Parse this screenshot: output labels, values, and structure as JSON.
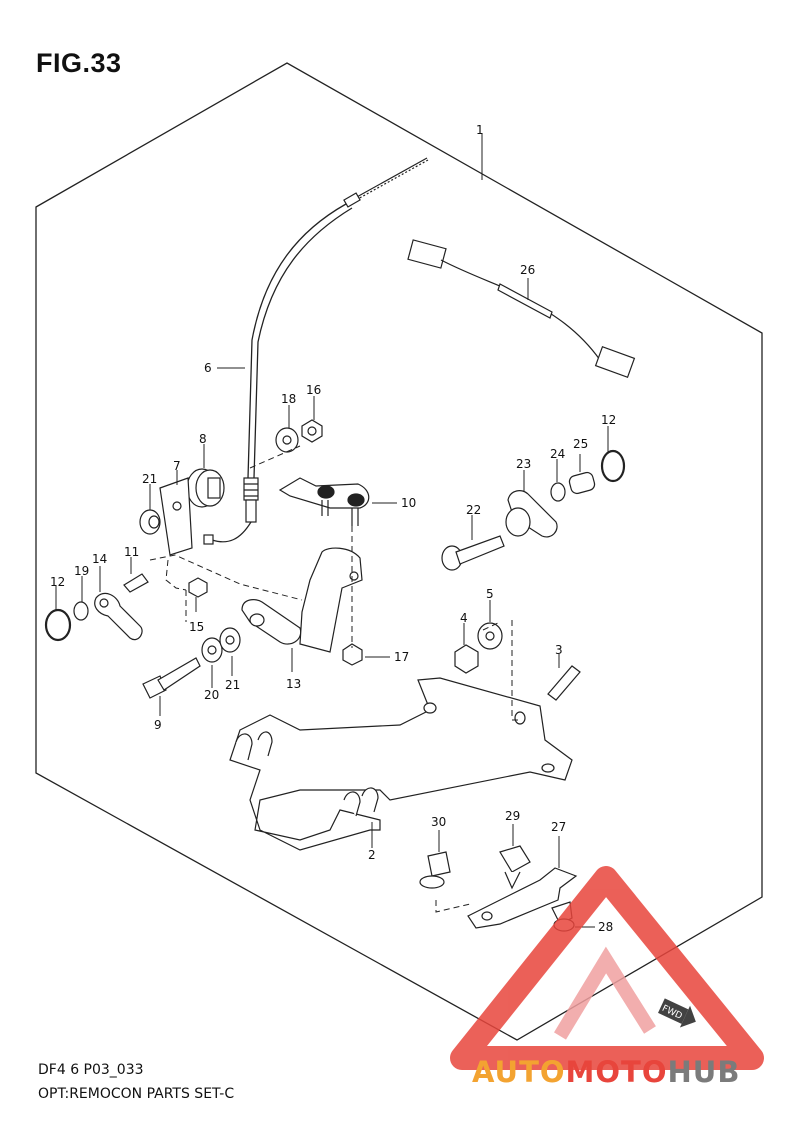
{
  "figure": {
    "title": "FIG.33"
  },
  "footer": {
    "code": "DF4 6 P03_033",
    "caption": "OPT:REMOCON PARTS SET-C"
  },
  "callouts": [
    "1",
    "2",
    "3",
    "4",
    "5",
    "6",
    "7",
    "8",
    "9",
    "10",
    "11",
    "12",
    "12",
    "13",
    "14",
    "15",
    "16",
    "17",
    "18",
    "19",
    "20",
    "21",
    "21",
    "22",
    "23",
    "24",
    "25",
    "26",
    "27",
    "28",
    "29",
    "30"
  ],
  "watermark": {
    "part1": "AUTO",
    "part2": "MOTO",
    "part3": "HUB",
    "fwd_label": "FWD",
    "colors": {
      "red": "#e8453c",
      "orange": "#f3a331",
      "gray": "#7b7b7b"
    }
  }
}
